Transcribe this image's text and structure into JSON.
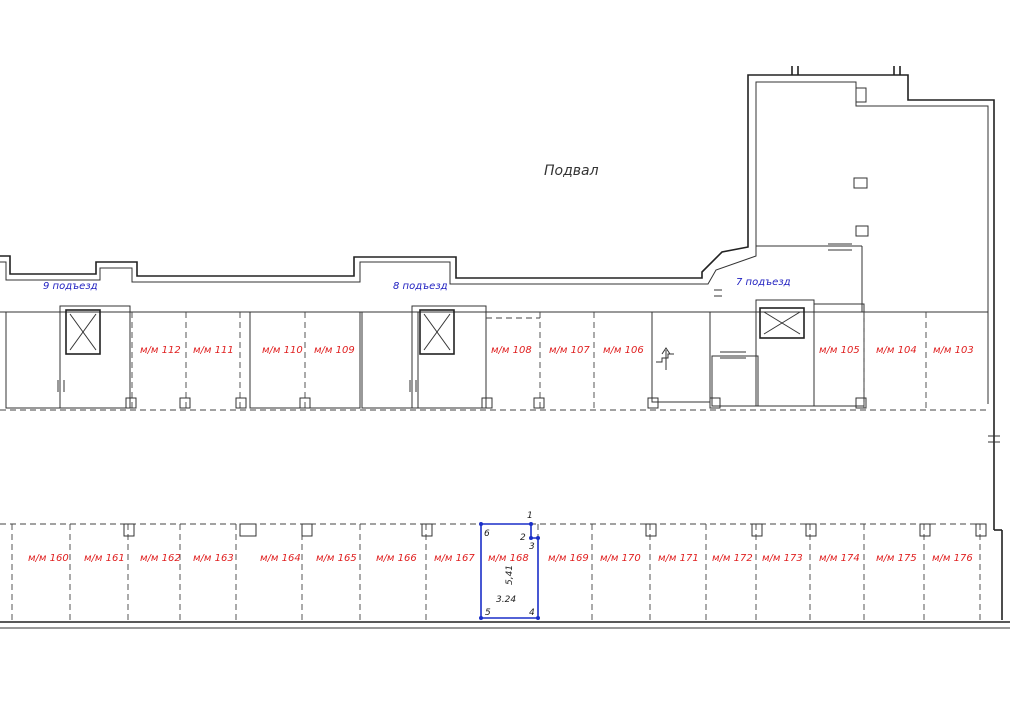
{
  "title": "Подвал",
  "entrances": [
    "9 подъезд",
    "8 подъезд",
    "7 подъезд"
  ],
  "upper_spaces": [
    "м/м 112",
    "м/м 111",
    "м/м 110",
    "м/м 109",
    "м/м 108",
    "м/м 107",
    "м/м 106",
    "м/м 105",
    "м/м 104",
    "м/м 103"
  ],
  "lower_spaces": [
    "м/м 160",
    "м/м 161",
    "м/м 162",
    "м/м 163",
    "м/м 164",
    "м/м 165",
    "м/м 166",
    "м/м 167",
    "м/м 168",
    "м/м 169",
    "м/м 170",
    "м/м 171",
    "м/м 172",
    "м/м 173",
    "м/м 174",
    "м/м 175",
    "м/м 176"
  ],
  "highlighted": {
    "space": "м/м 168",
    "length": "5,41",
    "width": "3.24",
    "points": [
      "1",
      "2",
      "3",
      "4",
      "5",
      "6"
    ]
  },
  "colors": {
    "space_label": "#e02020",
    "entrance_label": "#2020c0",
    "highlight": "#1a2fc8"
  }
}
